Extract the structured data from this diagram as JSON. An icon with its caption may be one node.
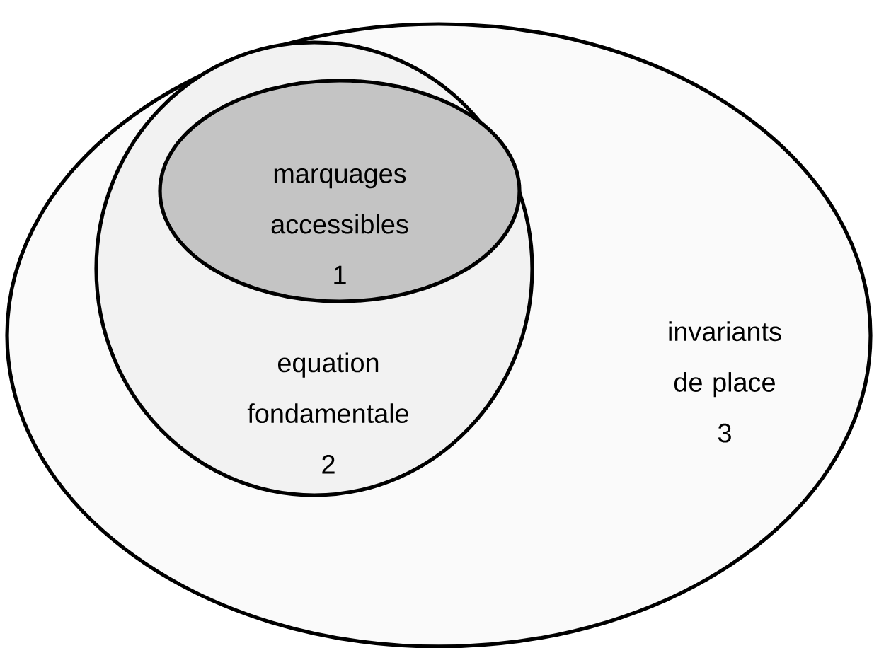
{
  "diagram": {
    "nodes": [
      {
        "text": [
          "invariants de place",
          "3"
        ]
      },
      {
        "text": [
          "equation fondamentale",
          "2"
        ],
        "in": 0
      },
      {
        "text": [
          "marquages accessibles",
          "1"
        ],
        "in": 1
      }
    ]
  }
}
